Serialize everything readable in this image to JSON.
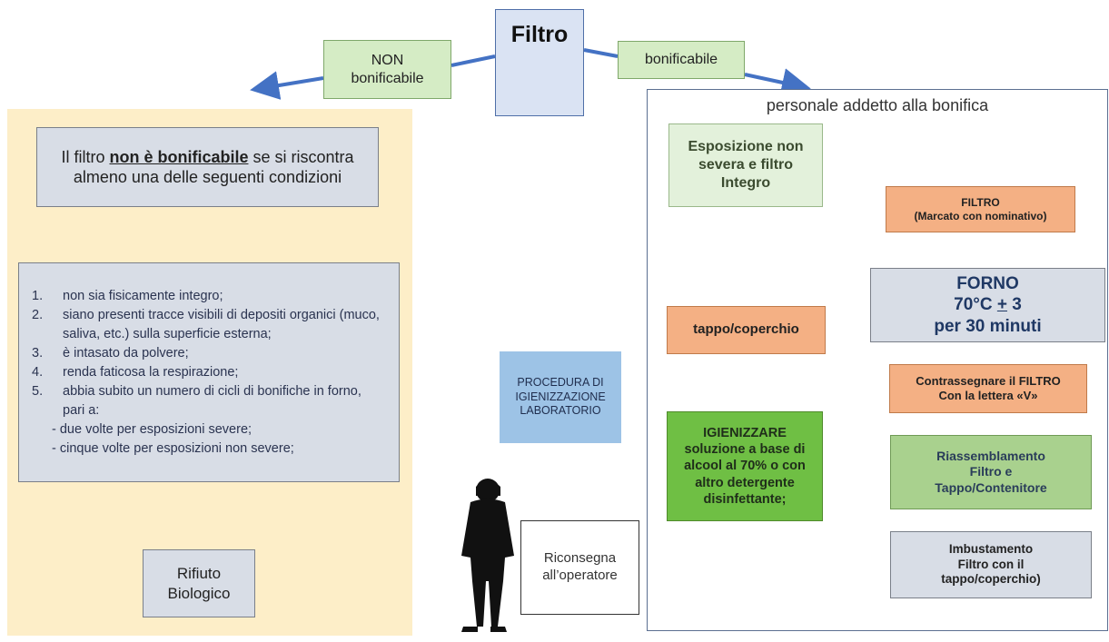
{
  "top": {
    "title": "Filtro",
    "non_label": "NON",
    "non_label2": "bonificabile",
    "bon_label": "bonificabile"
  },
  "left": {
    "header_pre": "Il filtro ",
    "header_bold": "non è bonificabile",
    "header_post": " se si riscontra almeno una delle seguenti condizioni",
    "conditions": [
      {
        "num": "1.",
        "text": "non sia  fisicamente integro;"
      },
      {
        "num": "2.",
        "text": "siano presenti tracce visibili di depositi organici (muco, saliva, etc.) sulla superficie esterna;"
      },
      {
        "num": "3.",
        "text": "è intasato da polvere;"
      },
      {
        "num": "4.",
        "text": "renda faticosa la respirazione;"
      },
      {
        "num": "5.",
        "text": "abbia subito un numero di cicli di bonifiche in forno, pari a:"
      }
    ],
    "sub_conditions": [
      "-  due volte per esposizioni severe;",
      "-  cinque volte per esposizioni non severe;"
    ],
    "waste_line1": "Rifiuto",
    "waste_line2": "Biologico"
  },
  "middle": {
    "procedure_line1": "PROCEDURA DI",
    "procedure_line2": "IGIENIZZAZIONE",
    "procedure_line3": "LABORATORIO",
    "return_line1": "Riconsegna",
    "return_line2": "all’operatore"
  },
  "right": {
    "panel_title": "personale addetto alla bonifica",
    "exposure_line1": "Esposizione non",
    "exposure_line2": "severa e filtro",
    "exposure_line3": "Integro",
    "filter_line1": "FILTRO",
    "filter_line2": "(Marcato con nominativo)",
    "oven_line1": "FORNO",
    "oven_line2_pre": "70°C ",
    "oven_line2_pm": "+",
    "oven_line2_post": " 3",
    "oven_line3": "per 30 minuti",
    "cap_label": "tappo/coperchio",
    "mark_line1": "Contrassegnare il FILTRO",
    "mark_line2": "Con la lettera «V»",
    "sanitize_line1": "IGIENIZZARE",
    "sanitize_line2": "soluzione a base di",
    "sanitize_line3": "alcool al 70% o con",
    "sanitize_line4": "altro detergente",
    "sanitize_line5": "disinfettante;",
    "reassembly_line1": "Riassemblamento",
    "reassembly_line2": "Filtro e",
    "reassembly_line3": "Tappo/Contenitore",
    "bagging_line1": "Imbustamento",
    "bagging_line2": "Filtro con il",
    "bagging_line3": "tappo/coperchio)"
  },
  "colors": {
    "yellow_panel": "#fdeec8",
    "grey_box": "#d8dde6",
    "green_label": "#d5ecc5",
    "light_green": "#e3f1db",
    "orange": "#f4b084",
    "bright_green": "#6fbf44",
    "mid_green": "#a9d18e",
    "blue_box": "#9dc3e6",
    "title_blue": "#dae3f3",
    "arrow_blue": "#4472c4",
    "arrow_brown": "#843c0c"
  }
}
